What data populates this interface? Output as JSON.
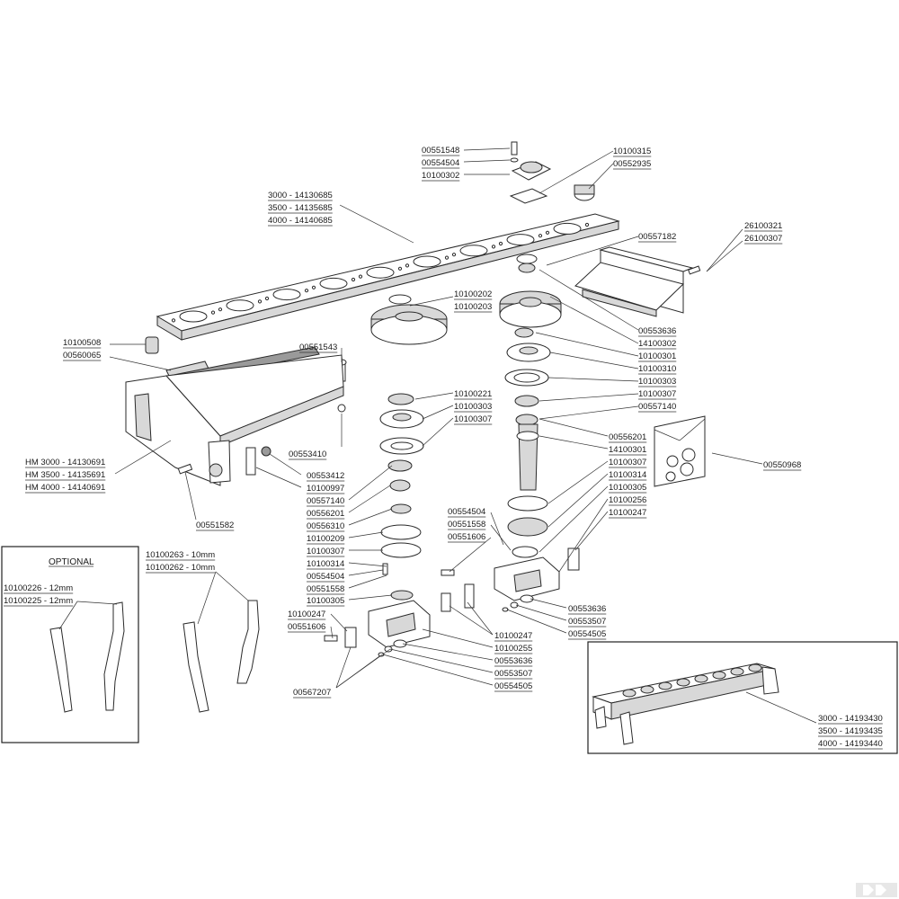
{
  "optional_box": {
    "title": "OPTIONAL"
  },
  "labels": {
    "p00551548": "00551548",
    "p00554504_top": "00554504",
    "p10100302": "10100302",
    "p10100315": "10100315",
    "p00552935": "00552935",
    "beam_3000": "3000 - 14130685",
    "beam_3500": "3500 - 14135685",
    "beam_4000": "4000 - 14140685",
    "p26100321": "26100321",
    "p26100307": "26100307",
    "p00557182": "00557182",
    "p10100202": "10100202",
    "p10100203": "10100203",
    "p10100508": "10100508",
    "p00560065": "00560065",
    "p00551543": "00551543",
    "p00553636_r": "00553636",
    "p14100302": "14100302",
    "p10100301": "10100301",
    "p10100310": "10100310",
    "p10100303_r": "10100303",
    "p10100307_r1": "10100307",
    "p00557140_r": "00557140",
    "p10100221": "10100221",
    "p10100303_c": "10100303",
    "p10100307_c": "10100307",
    "p00553410": "00553410",
    "hm_3000": "HM 3000 - 14130691",
    "hm_3500": "HM 3500 - 14135691",
    "hm_4000": "HM 4000 - 14140691",
    "p00553412": "00553412",
    "p10100997": "10100997",
    "p00557140_c": "00557140",
    "p00556201_c": "00556201",
    "p00556310": "00556310",
    "p10100209": "10100209",
    "p10100307_c2": "10100307",
    "p10100314_c": "10100314",
    "p00554504_c": "00554504",
    "p00551558_c": "00551558",
    "p10100305_c": "10100305",
    "p00551582": "00551582",
    "p00556201_r": "00556201",
    "p14100301": "14100301",
    "p10100307_r2": "10100307",
    "p10100314_r": "10100314",
    "p10100305_r": "10100305",
    "p10100256": "10100256",
    "p10100247_r": "10100247",
    "p00550968": "00550968",
    "p00554504_m": "00554504",
    "p00551558_m": "00551558",
    "p00551606_m": "00551606",
    "p00553636_m": "00553636",
    "p00553507_m": "00553507",
    "p00554505_m": "00554505",
    "p10100247_l": "10100247",
    "p00551606_l": "00551606",
    "p10100247_b": "10100247",
    "p10100255": "10100255",
    "p00553636_b": "00553636",
    "p00553507_b": "00553507",
    "p00554505_b": "00554505",
    "p00567207": "00567207",
    "p10100263": "10100263 - 10mm",
    "p10100262": "10100262 - 10mm",
    "p10100226": "10100226 - 12mm",
    "p10100225": "10100225 - 12mm",
    "frame_3000": "3000 - 14193430",
    "frame_3500": "3500 - 14193435",
    "frame_4000": "4000 - 14193440"
  }
}
